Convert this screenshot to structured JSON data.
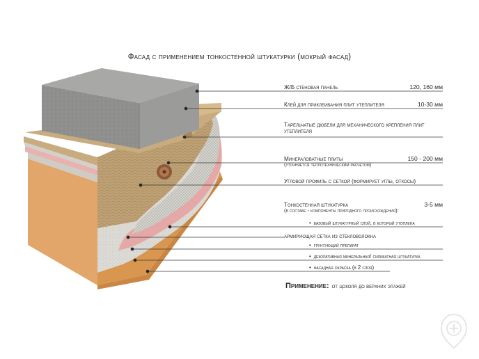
{
  "title": "Фасад с применением тонкостенной штукатурки (мокрый фасад)",
  "layers": [
    {
      "label": "Ж/Б стеновая панель",
      "value": "120, 160 мм"
    },
    {
      "label": "Клей для приклеивания плит утеплителя",
      "value": "10-30 мм"
    },
    {
      "label": "Тарельчатые дюбели для механического крепления плит",
      "label2": "утеплителя",
      "value": ""
    },
    {
      "label": "Минераловатные плиты",
      "note": "(уточняется теплотехническим расчетом)",
      "value": "150 - 200 мм"
    },
    {
      "label": "Угловой профиль с сеткой (формирует углы, откосы)",
      "value": ""
    },
    {
      "label": "Тонкостенная штукатурка",
      "note": "(в составе - компоненты природного происхождения):",
      "value": "3-5 мм"
    }
  ],
  "sublayers": [
    "базовый штукатурный слой, в который утоплена",
    "армирующая сетка из стекловолокна",
    "грунтующий препарат",
    "декоративная минеральная/ силикатная штукатурка",
    "фасадная окраска (в 2 слоя)"
  ],
  "application": {
    "label": "Применение:",
    "text": "от цоколя до верхних этажей"
  },
  "colors": {
    "concrete": "#8e8e8c",
    "wool": "#b89a6e",
    "plaster": "#d9d6cf",
    "primer": "#e4a9a6",
    "finish": "#e2a66a",
    "line": "#444444"
  }
}
